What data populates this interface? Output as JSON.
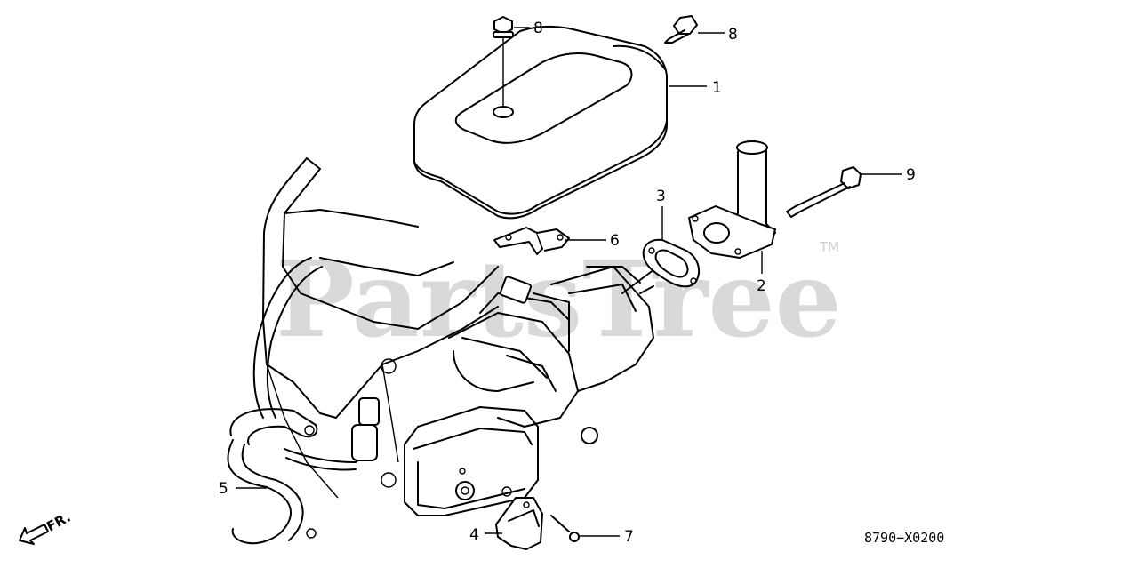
{
  "watermark": {
    "text": "PartsTree",
    "trademark": "TM"
  },
  "diagram_code": "8790−X0200",
  "front_label": "FR.",
  "callouts": [
    {
      "id": "c8a",
      "number": "8",
      "part": "bolt"
    },
    {
      "id": "c8b",
      "number": "8",
      "part": "bolt"
    },
    {
      "id": "c1",
      "number": "1",
      "part": "cover"
    },
    {
      "id": "c9",
      "number": "9",
      "part": "stud-bolt"
    },
    {
      "id": "c3",
      "number": "3",
      "part": "gasket"
    },
    {
      "id": "c6",
      "number": "6",
      "part": "bracket"
    },
    {
      "id": "c2",
      "number": "2",
      "part": "elbow"
    },
    {
      "id": "c5",
      "number": "5",
      "part": "tube"
    },
    {
      "id": "c4",
      "number": "4",
      "part": "guard"
    },
    {
      "id": "c7",
      "number": "7",
      "part": "screw"
    }
  ]
}
